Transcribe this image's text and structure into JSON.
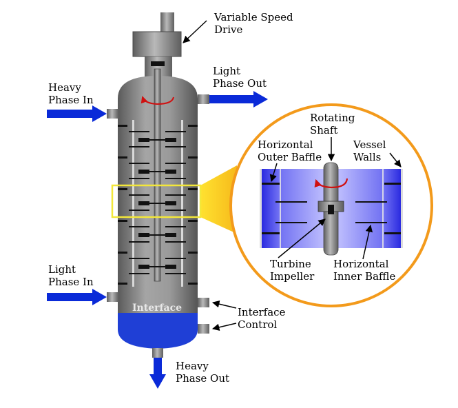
{
  "labels": {
    "drive": [
      "Variable Speed",
      "Drive"
    ],
    "light_out": [
      "Light",
      "Phase Out"
    ],
    "heavy_in": [
      "Heavy",
      "Phase In"
    ],
    "light_in": [
      "Light",
      "Phase In"
    ],
    "interface": "Interface",
    "interface_control": [
      "Interface",
      "Control"
    ],
    "heavy_out": [
      "Heavy",
      "Phase Out"
    ],
    "rotating_shaft": [
      "Rotating",
      "Shaft"
    ],
    "outer_baffle": [
      "Horizontal",
      "Outer Baffle"
    ],
    "vessel_walls": [
      "Vessel",
      "Walls"
    ],
    "turbine_impeller": [
      "Turbine",
      "Impeller"
    ],
    "inner_baffle": [
      "Horizontal",
      "Inner Baffle"
    ]
  },
  "colors": {
    "vessel_gray": "#8c8c8c",
    "heavy_phase": "#1f3fd6",
    "flow_arrow": "#0a2ad8",
    "highlight_box": "#f3e73a",
    "magnifier_ring": "#f39a1b",
    "rotation_arrow": "#d01010"
  }
}
